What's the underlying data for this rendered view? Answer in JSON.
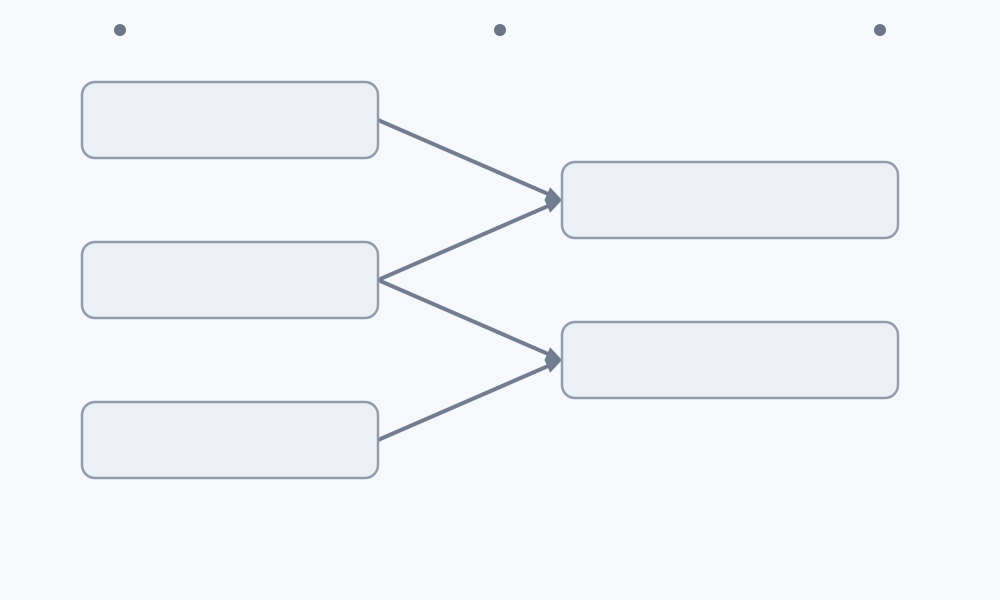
{
  "diagram": {
    "type": "flow",
    "direction": "left-to-right",
    "colors": {
      "background": "#f6f8fc",
      "node_fill": "#ecf0f6",
      "node_border": "#939cad",
      "edge": "#737d8f",
      "marker": "#6b7588"
    },
    "column_markers": [
      "dot",
      "dot",
      "dot"
    ],
    "nodes": [
      {
        "id": "a",
        "label": "",
        "column": 1,
        "row": 1
      },
      {
        "id": "b",
        "label": "",
        "column": 1,
        "row": 2
      },
      {
        "id": "c",
        "label": "",
        "column": 1,
        "row": 3
      },
      {
        "id": "d",
        "label": "",
        "column": 2,
        "row": 1
      },
      {
        "id": "e",
        "label": "",
        "column": 2,
        "row": 2
      }
    ],
    "edges": [
      {
        "from": "a",
        "to": "d"
      },
      {
        "from": "b",
        "to": "d"
      },
      {
        "from": "b",
        "to": "e"
      },
      {
        "from": "c",
        "to": "e"
      }
    ]
  }
}
